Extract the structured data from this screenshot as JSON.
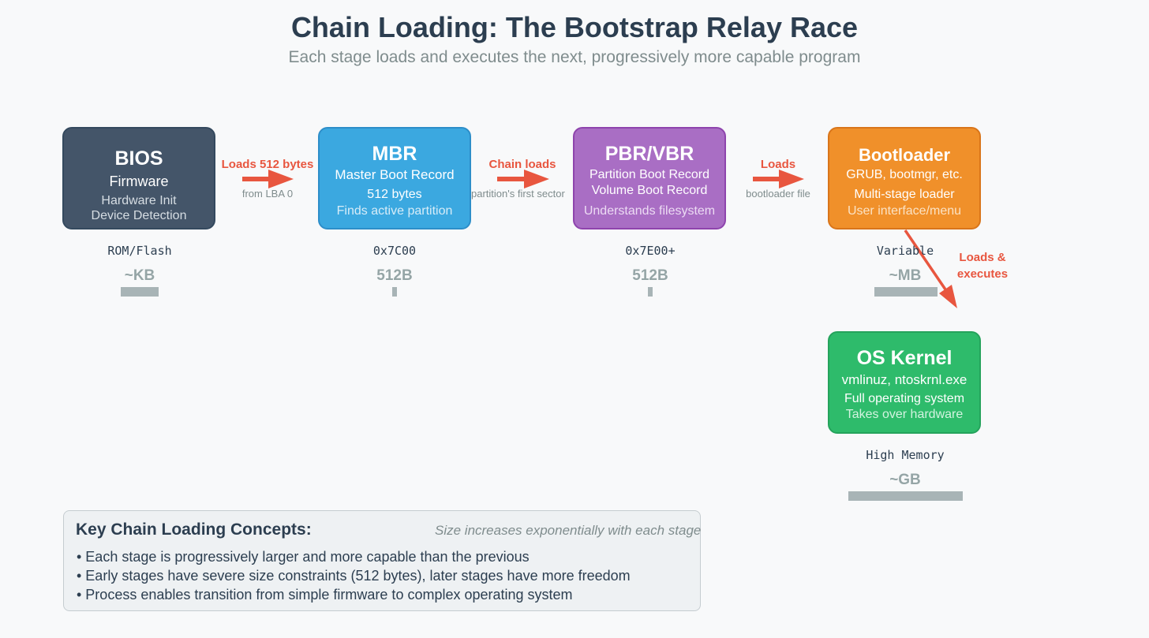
{
  "header": {
    "title": "Chain Loading: The Bootstrap Relay Race",
    "subtitle": "Each stage loads and executes the next, progressively more capable program"
  },
  "stages": {
    "bios": {
      "name": "BIOS",
      "line1": "Firmware",
      "line2": "Hardware Init",
      "line3": "Device Detection",
      "memory": "ROM/Flash",
      "size": "~KB",
      "color": "#445569"
    },
    "mbr": {
      "name": "MBR",
      "line1": "Master Boot Record",
      "line2": "512 bytes",
      "line3": "Finds active partition",
      "memory": "0x7C00",
      "size": "512B",
      "color": "#3ba8e0"
    },
    "pbr": {
      "name": "PBR/VBR",
      "line1": "Partition Boot Record",
      "line2": "Volume Boot Record",
      "line3": "Understands filesystem",
      "memory": "0x7E00+",
      "size": "512B",
      "color": "#a96ec4"
    },
    "bootloader": {
      "name": "Bootloader",
      "line1": "GRUB, bootmgr, etc.",
      "line2": "Multi-stage loader",
      "line3": "User interface/menu",
      "memory": "Variable",
      "size": "~MB",
      "color": "#f0902a"
    },
    "kernel": {
      "name": "OS Kernel",
      "line1": "vmlinuz, ntoskrnl.exe",
      "line2": "Full operating system",
      "line3": "Takes over hardware",
      "memory": "High Memory",
      "size": "~GB",
      "color": "#2ebb6b"
    }
  },
  "arrows": {
    "a1": {
      "label": "Loads 512 bytes",
      "sub": "from LBA 0"
    },
    "a2": {
      "label": "Chain loads",
      "sub": "partition's first sector"
    },
    "a3": {
      "label": "Loads",
      "sub": "bootloader file"
    },
    "a4": {
      "label_line1": "Loads &",
      "label_line2": "executes"
    },
    "color": "#e8563f"
  },
  "concepts": {
    "title": "Key Chain Loading Concepts:",
    "items": [
      "• Each stage is progressively larger and more capable than the previous",
      "• Early stages have severe size constraints (512 bytes), later stages have more freedom",
      "• Process enables transition from simple firmware to complex operating system"
    ]
  },
  "scale_note": "Size increases exponentially with each stage"
}
